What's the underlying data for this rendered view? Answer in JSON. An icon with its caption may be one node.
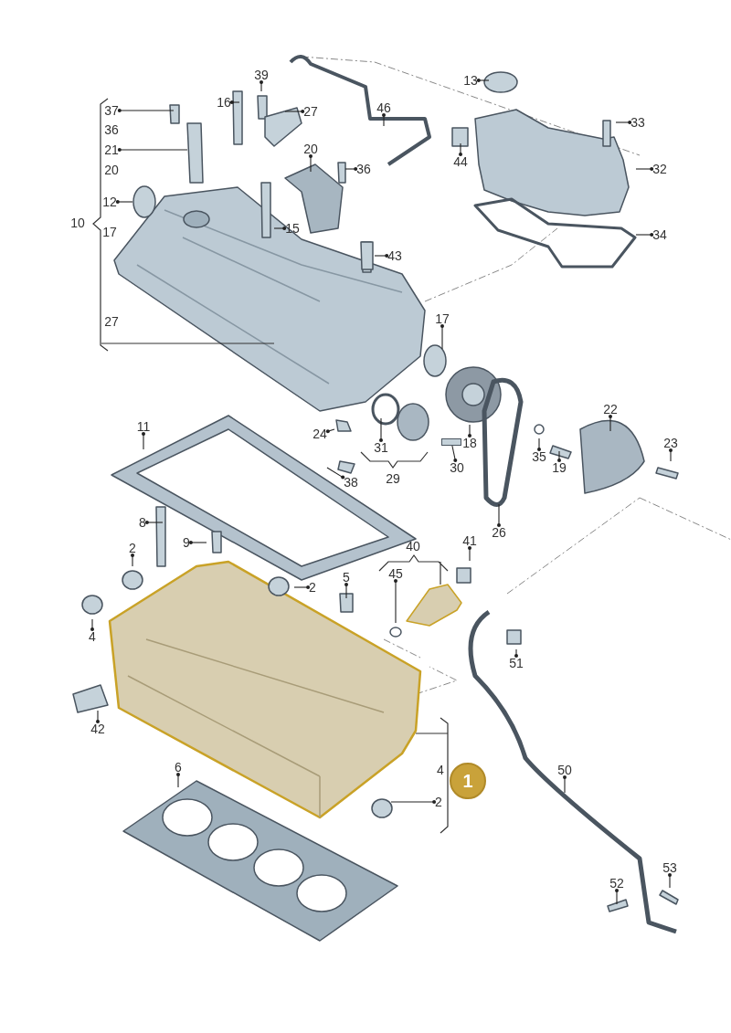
{
  "diagram": {
    "nodes": [
      {
        "text": [
          "39"
        ]
      },
      {
        "text": [
          "13"
        ]
      },
      {
        "text": [
          "16"
        ]
      },
      {
        "text": [
          "46"
        ]
      },
      {
        "text": [
          "37"
        ]
      },
      {
        "text": [
          "27"
        ]
      },
      {
        "text": [
          "33"
        ]
      },
      {
        "text": [
          "20"
        ]
      },
      {
        "text": [
          "21"
        ]
      },
      {
        "text": [
          "44"
        ]
      },
      {
        "text": [
          "36"
        ]
      },
      {
        "text": [
          "32"
        ]
      },
      {
        "text": [
          "12"
        ]
      },
      {
        "text": [
          "10"
        ]
      },
      {
        "text": [
          "15"
        ]
      },
      {
        "text": [
          "34"
        ]
      },
      {
        "text": [
          "43"
        ]
      },
      {
        "text": [
          "17"
        ]
      },
      {
        "text": [
          "22"
        ]
      },
      {
        "text": [
          "11"
        ]
      },
      {
        "text": [
          "24"
        ]
      },
      {
        "text": [
          "18"
        ]
      },
      {
        "text": [
          "23"
        ]
      },
      {
        "text": [
          "31"
        ]
      },
      {
        "text": [
          "35"
        ]
      },
      {
        "text": [
          "30"
        ]
      },
      {
        "text": [
          "19"
        ]
      },
      {
        "text": [
          "29"
        ]
      },
      {
        "text": [
          "38"
        ]
      },
      {
        "text": [
          "8"
        ]
      },
      {
        "text": [
          "26"
        ]
      },
      {
        "text": [
          "9"
        ]
      },
      {
        "text": [
          "41"
        ]
      },
      {
        "text": [
          "40"
        ]
      },
      {
        "text": [
          "2"
        ]
      },
      {
        "text": [
          "45"
        ]
      },
      {
        "text": [
          "5"
        ]
      },
      {
        "text": [
          "2"
        ]
      },
      {
        "text": [
          "4"
        ]
      },
      {
        "text": [
          "51"
        ]
      },
      {
        "text": [
          "42"
        ]
      },
      {
        "text": [
          "6"
        ]
      },
      {
        "text": [
          "50"
        ]
      },
      {
        "text": [
          "1"
        ]
      },
      {
        "text": [
          "2"
        ]
      },
      {
        "text": [
          "53"
        ]
      },
      {
        "text": [
          "52"
        ]
      },
      {
        "text": [],
        "shape": "box"
      }
    ],
    "edges": [
      {
        "from": 0,
        "to": null,
        "arrow": "other"
      },
      {
        "from": 1,
        "to": null,
        "arrow": "other"
      },
      {
        "from": 2,
        "to": null,
        "arrow": "other"
      },
      {
        "from": 3,
        "to": null,
        "arrow": "other"
      },
      {
        "from": 4,
        "to": null,
        "arrow": "other"
      },
      {
        "from": 5,
        "to": null,
        "arrow": "other"
      },
      {
        "from": 6,
        "to": null,
        "arrow": "other"
      },
      {
        "from": 7,
        "to": null,
        "arrow": "other"
      },
      {
        "from": 8,
        "to": null,
        "arrow": "other"
      },
      {
        "from": 9,
        "to": null,
        "arrow": "other"
      },
      {
        "from": 10,
        "to": null,
        "arrow": "other"
      },
      {
        "from": 11,
        "to": null,
        "arrow": "other"
      },
      {
        "from": 12,
        "to": null,
        "arrow": "other"
      },
      {
        "from": 14,
        "to": null,
        "arrow": "other"
      },
      {
        "from": 15,
        "to": null,
        "arrow": "other"
      },
      {
        "from": 16,
        "to": null,
        "arrow": "other"
      },
      {
        "from": 17,
        "to": null,
        "arrow": "other"
      },
      {
        "from": 18,
        "to": null,
        "arrow": "other"
      },
      {
        "from": 19,
        "to": null,
        "arrow": "other"
      },
      {
        "from": 20,
        "to": null,
        "arrow": "other"
      },
      {
        "from": 21,
        "to": null,
        "arrow": "other"
      },
      {
        "from": 22,
        "to": null,
        "arrow": "other"
      },
      {
        "from": 23,
        "to": null,
        "arrow": "other"
      },
      {
        "from": 24,
        "to": null,
        "arrow": "other"
      },
      {
        "from": 25,
        "to": 47,
        "arrow": "other"
      },
      {
        "from": 26,
        "to": null,
        "arrow": "other"
      },
      {
        "from": 28,
        "to": null,
        "arrow": "other"
      },
      {
        "from": 29,
        "to": null,
        "arrow": "other"
      },
      {
        "from": 30,
        "to": null,
        "arrow": "other"
      },
      {
        "from": 31,
        "to": null,
        "arrow": "other"
      },
      {
        "from": 32,
        "to": null,
        "arrow": "other"
      },
      {
        "from": 34,
        "to": null,
        "arrow": "other"
      },
      {
        "from": 35,
        "to": null,
        "arrow": "other"
      },
      {
        "from": 36,
        "to": null,
        "arrow": "other"
      },
      {
        "from": 37,
        "to": null,
        "arrow": "other"
      },
      {
        "from": 38,
        "to": null,
        "arrow": "other"
      },
      {
        "from": 39,
        "to": null,
        "arrow": "other"
      },
      {
        "from": 40,
        "to": null,
        "arrow": "other"
      },
      {
        "from": 41,
        "to": null,
        "arrow": "other"
      },
      {
        "from": 42,
        "to": null,
        "arrow": "other"
      },
      {
        "from": 44,
        "to": null,
        "arrow": "other"
      },
      {
        "from": 45,
        "to": null,
        "arrow": "other"
      },
      {
        "from": 46,
        "to": null,
        "arrow": "other"
      }
    ],
    "labels": [
      "36",
      "20",
      "17",
      "27",
      "4"
    ]
  }
}
